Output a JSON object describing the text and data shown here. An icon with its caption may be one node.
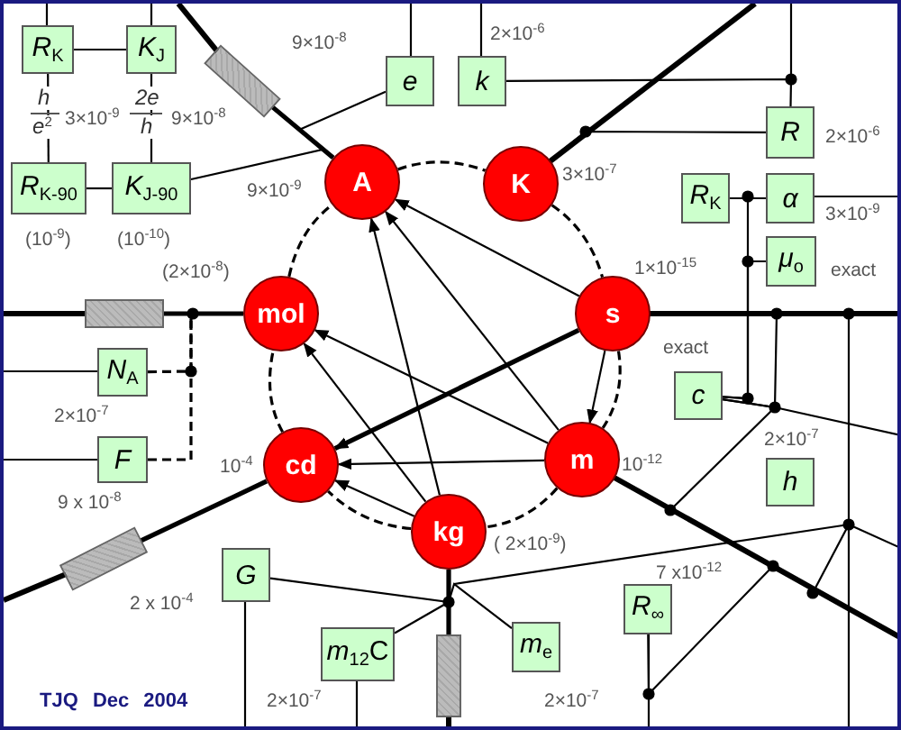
{
  "diagram": {
    "nodes": [
      {
        "text": [
          "*R*$_{K}$"
        ]
      },
      {
        "text": [
          "*K*$_{J}$"
        ]
      },
      {
        "text": [
          "*e*"
        ]
      },
      {
        "text": [
          "*k*"
        ],
        "beside": [
          "2×10$^{-6}$"
        ]
      },
      {
        "text": [
          "*R*$_{K-90}$"
        ],
        "beside": [
          "(10$^{-9}$)"
        ]
      },
      {
        "text": [
          "*K*$_{J-90}$"
        ],
        "beside": [
          "(10$^{-10}$)"
        ]
      },
      {
        "text": [
          "A"
        ]
      },
      {
        "text": [
          "K"
        ],
        "beside": [
          "3×10$^{-7}$"
        ]
      },
      {
        "text": [
          "*R*"
        ],
        "beside": [
          "2×10$^{-6}$"
        ]
      },
      {
        "text": [
          "*R*$_{K}$"
        ]
      },
      {
        "text": [
          "*α*"
        ],
        "beside": [
          "3×10$^{-9}$"
        ]
      },
      {
        "text": [
          "*μ*$_{o}$"
        ],
        "beside": [
          "exact"
        ]
      },
      {
        "text": [
          "mol"
        ],
        "beside": [
          "(2×10$^{-8}$)"
        ]
      },
      {
        "text": [
          "s"
        ],
        "beside": [
          "1×10$^{-15}$"
        ]
      },
      {
        "text": [
          "*N*$_{A}$"
        ],
        "beside": [
          "2×10$^{-7}$"
        ]
      },
      {
        "text": [
          "*c*"
        ],
        "beside": [
          "exact"
        ]
      },
      {
        "text": [
          "*F*"
        ],
        "beside": [
          "9 x 10$^{-8}$"
        ]
      },
      {
        "text": [
          "cd"
        ],
        "beside": [
          "10$^{-4}$"
        ]
      },
      {
        "text": [
          "m"
        ],
        "beside": [
          "10$^{-12}$"
        ]
      },
      {
        "text": [
          "*h*"
        ],
        "beside": [
          "2×10$^{-7}$"
        ]
      },
      {
        "text": [
          "kg"
        ],
        "beside": [
          "( 2×10$^{-9}$)"
        ]
      },
      {
        "text": [
          "*G*"
        ]
      },
      {
        "text": [
          "*R*$_{∞}$"
        ],
        "beside": [
          "7 x10$^{-12}$"
        ]
      },
      {
        "text": [
          "*m*$_{12}$C"
        ],
        "beside": [
          "2×10$^{-7}$"
        ]
      },
      {
        "text": [
          "*m*$_{e}$"
        ],
        "beside": [
          "2×10$^{-7}$"
        ]
      },
      {
        "text": [],
        "shape": "bar"
      },
      {
        "text": [],
        "shape": "bar"
      },
      {
        "text": [],
        "shape": "bar"
      },
      {
        "text": [],
        "shape": "bar"
      }
    ],
    "edges": [
      {
        "from": 0,
        "to": 1,
        "arrow": "none"
      },
      {
        "from": 0,
        "to": 4,
        "arrow": "none"
      },
      {
        "from": 1,
        "to": 5,
        "arrow": "none"
      },
      {
        "from": 4,
        "to": 5,
        "arrow": "none"
      },
      {
        "from": 5,
        "to": 6,
        "arrow": "none"
      },
      {
        "from": 2,
        "to": 6,
        "arrow": "none"
      },
      {
        "from": 25,
        "to": 6,
        "arrow": "none",
        "style": "thick"
      },
      {
        "from": 3,
        "to": 8,
        "arrow": "none"
      },
      {
        "from": 8,
        "to": 7,
        "arrow": "none"
      },
      {
        "from": 9,
        "to": 10,
        "arrow": "none"
      },
      {
        "from": 10,
        "to": 15,
        "arrow": "none"
      },
      {
        "from": 11,
        "to": 15,
        "arrow": "none"
      },
      {
        "from": 13,
        "to": 15,
        "arrow": "none"
      },
      {
        "from": 15,
        "to": 18,
        "arrow": "none"
      },
      {
        "from": 26,
        "to": 12,
        "arrow": "none",
        "style": "thick"
      },
      {
        "from": 14,
        "to": 12,
        "arrow": "none",
        "style": "dashed"
      },
      {
        "from": 16,
        "to": 12,
        "arrow": "none",
        "style": "dashed"
      },
      {
        "from": 27,
        "to": 17,
        "arrow": "none",
        "style": "thick"
      },
      {
        "from": 20,
        "to": 28,
        "arrow": "none",
        "style": "thick"
      },
      {
        "from": 21,
        "to": 20,
        "arrow": "none"
      },
      {
        "from": 23,
        "to": 20,
        "arrow": "none"
      },
      {
        "from": 24,
        "to": 20,
        "arrow": "none"
      },
      {
        "from": 22,
        "to": 18,
        "arrow": "none"
      },
      {
        "from": 13,
        "to": 6,
        "arrow": "to"
      },
      {
        "from": 13,
        "to": 17,
        "arrow": "to",
        "style": "thick"
      },
      {
        "from": 13,
        "to": 18,
        "arrow": "to"
      },
      {
        "from": 18,
        "to": 6,
        "arrow": "to"
      },
      {
        "from": 18,
        "to": 12,
        "arrow": "to"
      },
      {
        "from": 18,
        "to": 17,
        "arrow": "to"
      },
      {
        "from": 20,
        "to": 6,
        "arrow": "to"
      },
      {
        "from": 20,
        "to": 12,
        "arrow": "to"
      },
      {
        "from": 20,
        "to": 17,
        "arrow": "to"
      },
      {
        "from": 6,
        "to": 7,
        "arrow": "none",
        "style": "dashed"
      },
      {
        "from": 7,
        "to": 13,
        "arrow": "none",
        "style": "dashed"
      },
      {
        "from": 13,
        "to": 18,
        "arrow": "none",
        "style": "dashed"
      },
      {
        "from": 18,
        "to": 20,
        "arrow": "none",
        "style": "dashed"
      },
      {
        "from": 20,
        "to": 17,
        "arrow": "none",
        "style": "dashed"
      },
      {
        "from": 17,
        "to": 12,
        "arrow": "none",
        "style": "dashed"
      },
      {
        "from": 12,
        "to": 6,
        "arrow": "none",
        "style": "dashed"
      }
    ],
    "labels": [
      "9×10$^{-8}$",
      "h",
      "3×10$^{-9}$",
      "2e",
      "9×10$^{-8}$",
      "*e*$^{2}$",
      "h",
      "9×10$^{-9}$",
      "2 x 10$^{-4}$",
      "TJQ Dec 2004"
    ]
  }
}
